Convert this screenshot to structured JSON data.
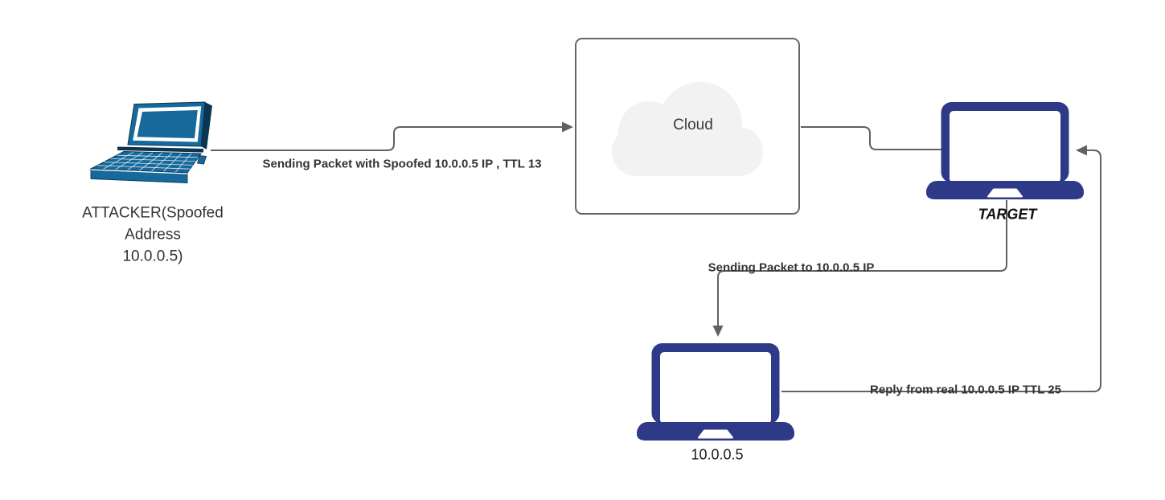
{
  "diagram_type": "network-attack-flow",
  "colors": {
    "attacker_laptop": "#16699B",
    "attacker_laptop_outline": "#0C3552",
    "target_laptop": "#2E3A87",
    "connector": "#616161",
    "cloud_fill": "#F2F2F2",
    "box_border": "#666666",
    "edge_label_text": "#333333",
    "node_label_text": "#3A3A3A"
  },
  "nodes": {
    "attacker": {
      "label": "ATTACKER(Spoofed\nAddress\n10.0.0.5)",
      "icon": "laptop-3d-icon"
    },
    "cloud": {
      "label": "Cloud",
      "icon": "cloud-icon"
    },
    "target": {
      "label": "TARGET",
      "icon": "laptop-icon"
    },
    "real_host": {
      "label": "10.0.0.5",
      "icon": "laptop-icon"
    }
  },
  "edges": {
    "attacker_to_cloud": {
      "from": "attacker",
      "to": "cloud",
      "label": "Sending Packet with Spoofed 10.0.0.5 IP , TTL 13"
    },
    "cloud_to_target": {
      "from": "cloud",
      "to": "target",
      "label": ""
    },
    "target_to_real_host": {
      "from": "target",
      "to": "real_host",
      "label": "Sending Packet to 10.0.0.5 IP"
    },
    "real_host_to_target": {
      "from": "real_host",
      "to": "target",
      "label": "Reply from real 10.0.0.5 IP TTL 25"
    }
  }
}
